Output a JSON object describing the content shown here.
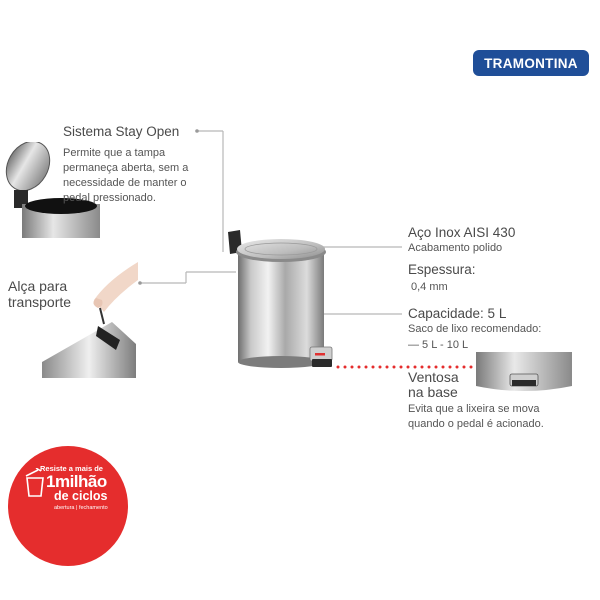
{
  "brand": {
    "logo_text": "TRAMONTINA",
    "color": "#1f4e98"
  },
  "stay_open": {
    "title": "Sistema Stay Open",
    "desc_lines": [
      "Permite que a tampa",
      "permaneça aberta, sem a",
      "necessidade de manter o",
      "pedal pressionado."
    ]
  },
  "alca": {
    "title_lines": [
      "Alça para",
      "transporte"
    ]
  },
  "aco": {
    "title": "Aço Inox AISI 430",
    "desc": "Acabamento polido"
  },
  "espessura": {
    "title": "Espessura:",
    "value": "0,4 mm"
  },
  "capacidade": {
    "title": "Capacidade: 5 L",
    "desc": "Saco de lixo recomendado:",
    "range": "— 5 L - 10 L"
  },
  "ventosa": {
    "title_lines": [
      "Ventosa",
      "na base"
    ],
    "desc_lines": [
      "Evita que a lixeira se mova",
      "quando o pedal é acionado."
    ]
  },
  "badge": {
    "line1": "Resiste a mais de",
    "line2": "1milhão",
    "line3": "de ciclos",
    "line4": "abertura | fechamento",
    "color": "#e52d2d"
  },
  "colors": {
    "accent_dots": "#e52d2d",
    "leader_lines": "#b8b8b8",
    "text": "#5a5a5a"
  }
}
